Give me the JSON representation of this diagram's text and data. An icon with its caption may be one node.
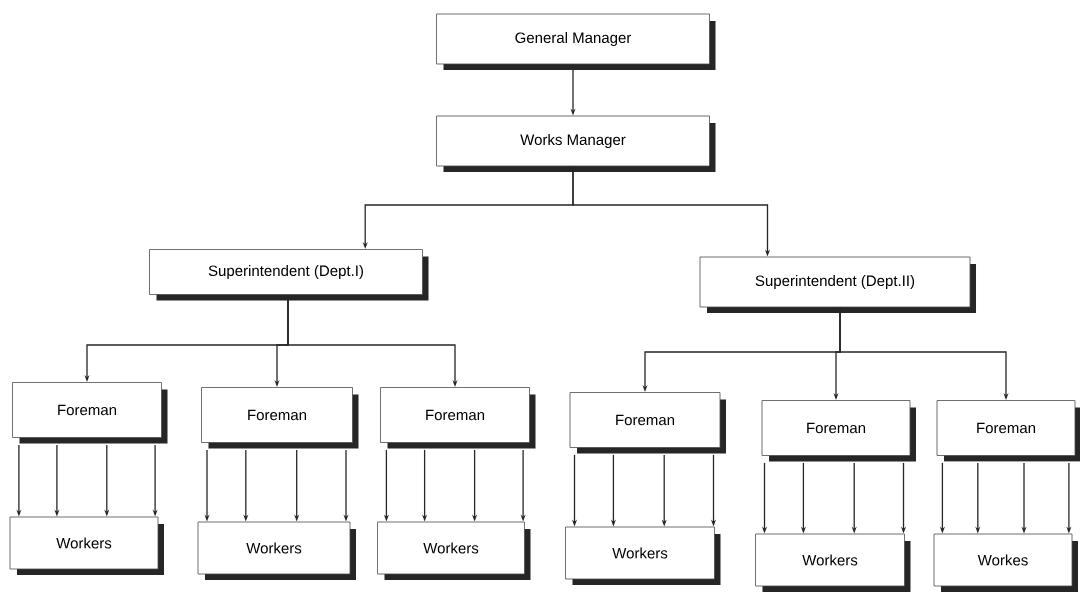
{
  "diagram": {
    "nodes": [
      {
        "text": [
          "General Manager"
        ]
      },
      {
        "text": [
          "Works Manager"
        ]
      },
      {
        "text": [
          "Superintendent (Dept.I)"
        ]
      },
      {
        "text": [
          "Superintendent (Dept.II)"
        ]
      },
      {
        "text": [
          "Foreman"
        ]
      },
      {
        "text": [
          "Foreman"
        ]
      },
      {
        "text": [
          "Foreman"
        ]
      },
      {
        "text": [
          "Foreman"
        ]
      },
      {
        "text": [
          "Foreman"
        ]
      },
      {
        "text": [
          "Foreman"
        ]
      },
      {
        "text": [
          "Workers"
        ]
      },
      {
        "text": [
          "Workers"
        ]
      },
      {
        "text": [
          "Workers"
        ]
      },
      {
        "text": [
          "Workers"
        ]
      },
      {
        "text": [
          "Workers"
        ]
      },
      {
        "text": [
          "Workes"
        ]
      }
    ],
    "edges": [
      {
        "from": 0,
        "to": 1,
        "arrow": "to"
      },
      {
        "from": 1,
        "to": 2,
        "arrow": "to"
      },
      {
        "from": 1,
        "to": 3,
        "arrow": "to"
      },
      {
        "from": 2,
        "to": 4,
        "arrow": "to"
      },
      {
        "from": 2,
        "to": 5,
        "arrow": "to"
      },
      {
        "from": 2,
        "to": 6,
        "arrow": "to"
      },
      {
        "from": 3,
        "to": 7,
        "arrow": "to"
      },
      {
        "from": 3,
        "to": 8,
        "arrow": "to"
      },
      {
        "from": 3,
        "to": 9,
        "arrow": "to"
      },
      {
        "from": 4,
        "to": 10,
        "arrow": "to"
      },
      {
        "from": 4,
        "to": 10,
        "arrow": "to"
      },
      {
        "from": 4,
        "to": 10,
        "arrow": "to"
      },
      {
        "from": 4,
        "to": 10,
        "arrow": "to"
      },
      {
        "from": 5,
        "to": 11,
        "arrow": "to"
      },
      {
        "from": 5,
        "to": 11,
        "arrow": "to"
      },
      {
        "from": 5,
        "to": 11,
        "arrow": "to"
      },
      {
        "from": 5,
        "to": 11,
        "arrow": "to"
      },
      {
        "from": 6,
        "to": 12,
        "arrow": "to"
      },
      {
        "from": 6,
        "to": 12,
        "arrow": "to"
      },
      {
        "from": 6,
        "to": 12,
        "arrow": "to"
      },
      {
        "from": 6,
        "to": 12,
        "arrow": "to"
      },
      {
        "from": 7,
        "to": 13,
        "arrow": "to"
      },
      {
        "from": 7,
        "to": 13,
        "arrow": "to"
      },
      {
        "from": 7,
        "to": 13,
        "arrow": "to"
      },
      {
        "from": 7,
        "to": 13,
        "arrow": "to"
      },
      {
        "from": 8,
        "to": 14,
        "arrow": "to"
      },
      {
        "from": 8,
        "to": 14,
        "arrow": "to"
      },
      {
        "from": 8,
        "to": 14,
        "arrow": "to"
      },
      {
        "from": 8,
        "to": 14,
        "arrow": "to"
      },
      {
        "from": 9,
        "to": 15,
        "arrow": "to"
      },
      {
        "from": 9,
        "to": 15,
        "arrow": "to"
      },
      {
        "from": 9,
        "to": 15,
        "arrow": "to"
      },
      {
        "from": 9,
        "to": 15,
        "arrow": "to"
      }
    ]
  }
}
